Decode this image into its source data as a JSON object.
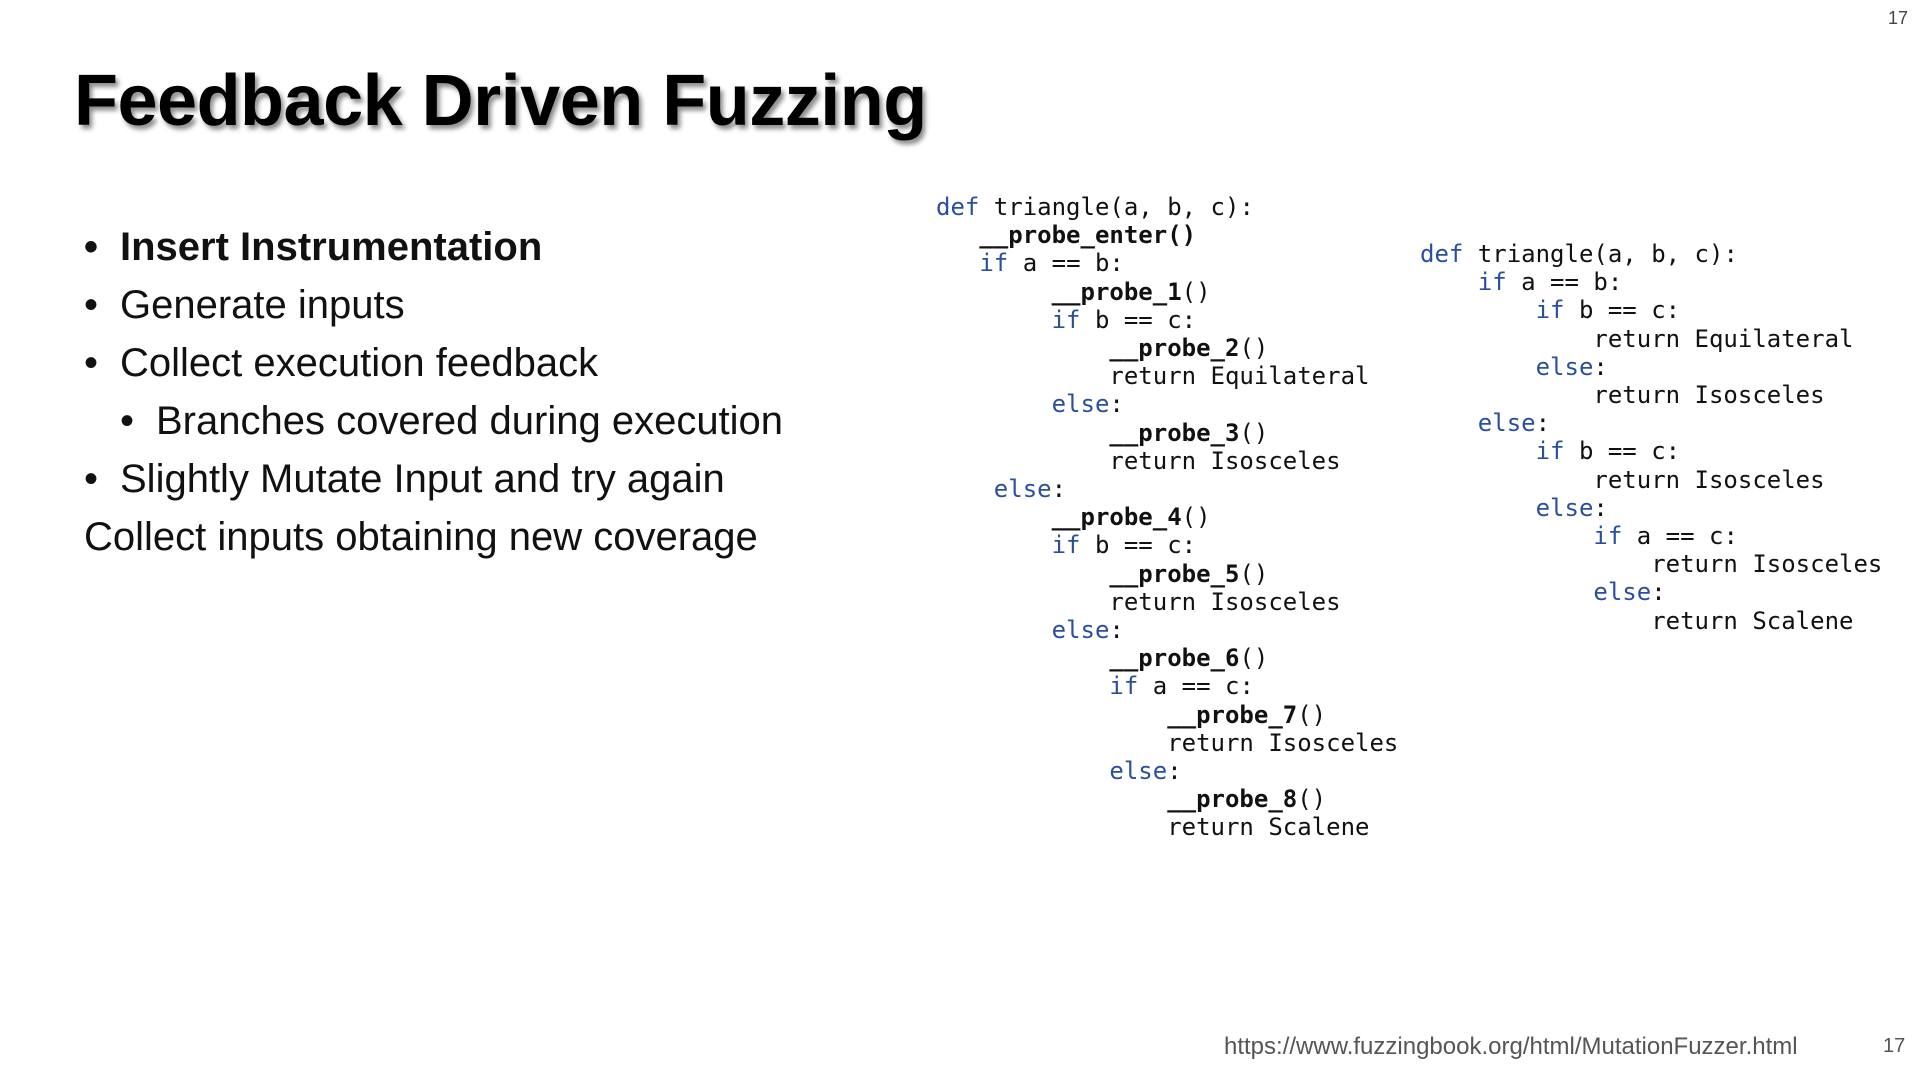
{
  "page_number_top": "17",
  "title": "Feedback Driven Fuzzing",
  "bullets": [
    {
      "text": "Insert Instrumentation",
      "bullet": "•"
    },
    {
      "text": "Generate inputs",
      "bullet": "•"
    },
    {
      "text": "Collect execution feedback",
      "bullet": "•"
    },
    {
      "text": "Branches covered during execution",
      "bullet": "•"
    },
    {
      "text": "Slightly Mutate Input and try again",
      "bullet": "•"
    },
    {
      "text": "Collect inputs obtaining new coverage"
    }
  ],
  "code_instrumented": [
    {
      "ind": "",
      "t": [
        [
          "kw",
          "def"
        ],
        [
          "",
          "triangle(a, b, c):"
        ]
      ]
    },
    {
      "ind": "   ",
      "t": [
        [
          "probe",
          "__probe_enter()"
        ]
      ]
    },
    {
      "ind": "   ",
      "t": [
        [
          "kw",
          "if"
        ],
        [
          "",
          "a == b:"
        ]
      ]
    },
    {
      "ind": "        ",
      "t": [
        [
          "probe",
          "__probe_1"
        ],
        [
          "",
          "()"
        ]
      ]
    },
    {
      "ind": "        ",
      "t": [
        [
          "kw",
          "if"
        ],
        [
          "",
          "b == c:"
        ]
      ]
    },
    {
      "ind": "            ",
      "t": [
        [
          "probe",
          "__probe_2"
        ],
        [
          "",
          "()"
        ]
      ]
    },
    {
      "ind": "            ",
      "t": [
        [
          "",
          "return Equilateral"
        ]
      ]
    },
    {
      "ind": "        ",
      "t": [
        [
          "kw",
          "else"
        ],
        [
          "",
          ":"
        ]
      ]
    },
    {
      "ind": "            ",
      "t": [
        [
          "probe",
          "__probe_3"
        ],
        [
          "",
          "()"
        ]
      ]
    },
    {
      "ind": "            ",
      "t": [
        [
          "",
          "return Isosceles"
        ]
      ]
    },
    {
      "ind": "    ",
      "t": [
        [
          "kw",
          "else"
        ],
        [
          "",
          ":"
        ]
      ]
    },
    {
      "ind": "        ",
      "t": [
        [
          "probe",
          "__probe_4"
        ],
        [
          "",
          "()"
        ]
      ]
    },
    {
      "ind": "        ",
      "t": [
        [
          "kw",
          "if"
        ],
        [
          "",
          "b == c:"
        ]
      ]
    },
    {
      "ind": "            ",
      "t": [
        [
          "probe",
          "__probe_5"
        ],
        [
          "",
          "()"
        ]
      ]
    },
    {
      "ind": "            ",
      "t": [
        [
          "",
          "return Isosceles"
        ]
      ]
    },
    {
      "ind": "        ",
      "t": [
        [
          "kw",
          "else"
        ],
        [
          "",
          ":"
        ]
      ]
    },
    {
      "ind": "            ",
      "t": [
        [
          "probe",
          "__probe_6"
        ],
        [
          "",
          "()"
        ]
      ]
    },
    {
      "ind": "            ",
      "t": [
        [
          "kw",
          "if"
        ],
        [
          "",
          "a == c:"
        ]
      ]
    },
    {
      "ind": "                ",
      "t": [
        [
          "probe",
          "__probe_7"
        ],
        [
          "",
          "()"
        ]
      ]
    },
    {
      "ind": "                ",
      "t": [
        [
          "",
          "return Isosceles"
        ]
      ]
    },
    {
      "ind": "            ",
      "t": [
        [
          "kw",
          "else"
        ],
        [
          "",
          ":"
        ]
      ]
    },
    {
      "ind": "                ",
      "t": [
        [
          "probe",
          "__probe_8"
        ],
        [
          "",
          "()"
        ]
      ]
    },
    {
      "ind": "                ",
      "t": [
        [
          "",
          "return Scalene"
        ]
      ]
    }
  ],
  "code_original": [
    {
      "ind": "",
      "t": [
        [
          "kw",
          "def"
        ],
        [
          "",
          "triangle(a, b, c):"
        ]
      ]
    },
    {
      "ind": "    ",
      "t": [
        [
          "kw",
          "if"
        ],
        [
          "",
          "a == b:"
        ]
      ]
    },
    {
      "ind": "        ",
      "t": [
        [
          "kw",
          "if"
        ],
        [
          "",
          "b == c:"
        ]
      ]
    },
    {
      "ind": "            ",
      "t": [
        [
          "",
          "return Equilateral"
        ]
      ]
    },
    {
      "ind": "        ",
      "t": [
        [
          "kw",
          "else"
        ],
        [
          "",
          ":"
        ]
      ]
    },
    {
      "ind": "            ",
      "t": [
        [
          "",
          "return Isosceles"
        ]
      ]
    },
    {
      "ind": "    ",
      "t": [
        [
          "kw",
          "else"
        ],
        [
          "",
          ":"
        ]
      ]
    },
    {
      "ind": "        ",
      "t": [
        [
          "kw",
          "if"
        ],
        [
          "",
          "b == c:"
        ]
      ]
    },
    {
      "ind": "            ",
      "t": [
        [
          "",
          "return Isosceles"
        ]
      ]
    },
    {
      "ind": "        ",
      "t": [
        [
          "kw",
          "else"
        ],
        [
          "",
          ":"
        ]
      ]
    },
    {
      "ind": "            ",
      "t": [
        [
          "kw",
          "if"
        ],
        [
          "",
          "a == c:"
        ]
      ]
    },
    {
      "ind": "                ",
      "t": [
        [
          "",
          "return Isosceles"
        ]
      ]
    },
    {
      "ind": "            ",
      "t": [
        [
          "kw",
          "else"
        ],
        [
          "",
          ":"
        ]
      ]
    },
    {
      "ind": "                ",
      "t": [
        [
          "",
          "return Scalene"
        ]
      ]
    }
  ],
  "footer": {
    "url": "https://www.fuzzingbook.org/html/MutationFuzzer.html",
    "page_number": "17"
  },
  "colors": {
    "keyword": "#2a4f9e",
    "text": "#111111",
    "background": "#ffffff"
  }
}
